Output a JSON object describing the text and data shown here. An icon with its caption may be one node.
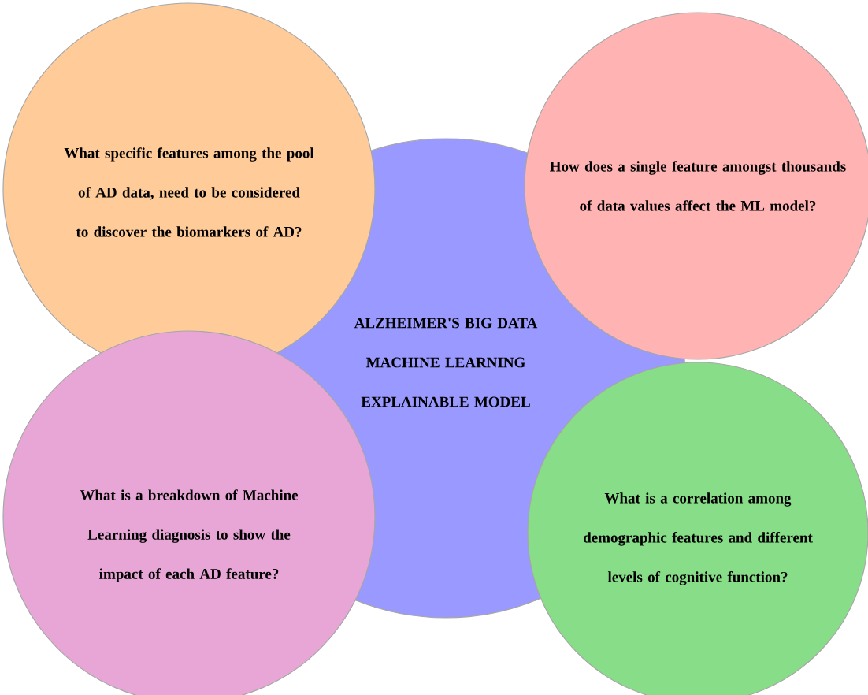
{
  "diagram": {
    "nodes": [
      {
        "text": [
          "What specific features among the pool of AD data, need to be considered to discover the biomarkers of AD?"
        ]
      },
      {
        "text": [
          "How does a single feature amongst thousands of data values affect the ML model?"
        ]
      },
      {
        "text": [
          "ALZHEIMER'S BIG DATA MACHINE LEARNING EXPLAINABLE MODEL"
        ]
      },
      {
        "text": [
          "What is a breakdown of  Machine Learning diagnosis to show the impact of each AD feature?"
        ]
      },
      {
        "text": [
          "What is a correlation among demographic features and different levels of cognitive function?"
        ]
      }
    ]
  }
}
